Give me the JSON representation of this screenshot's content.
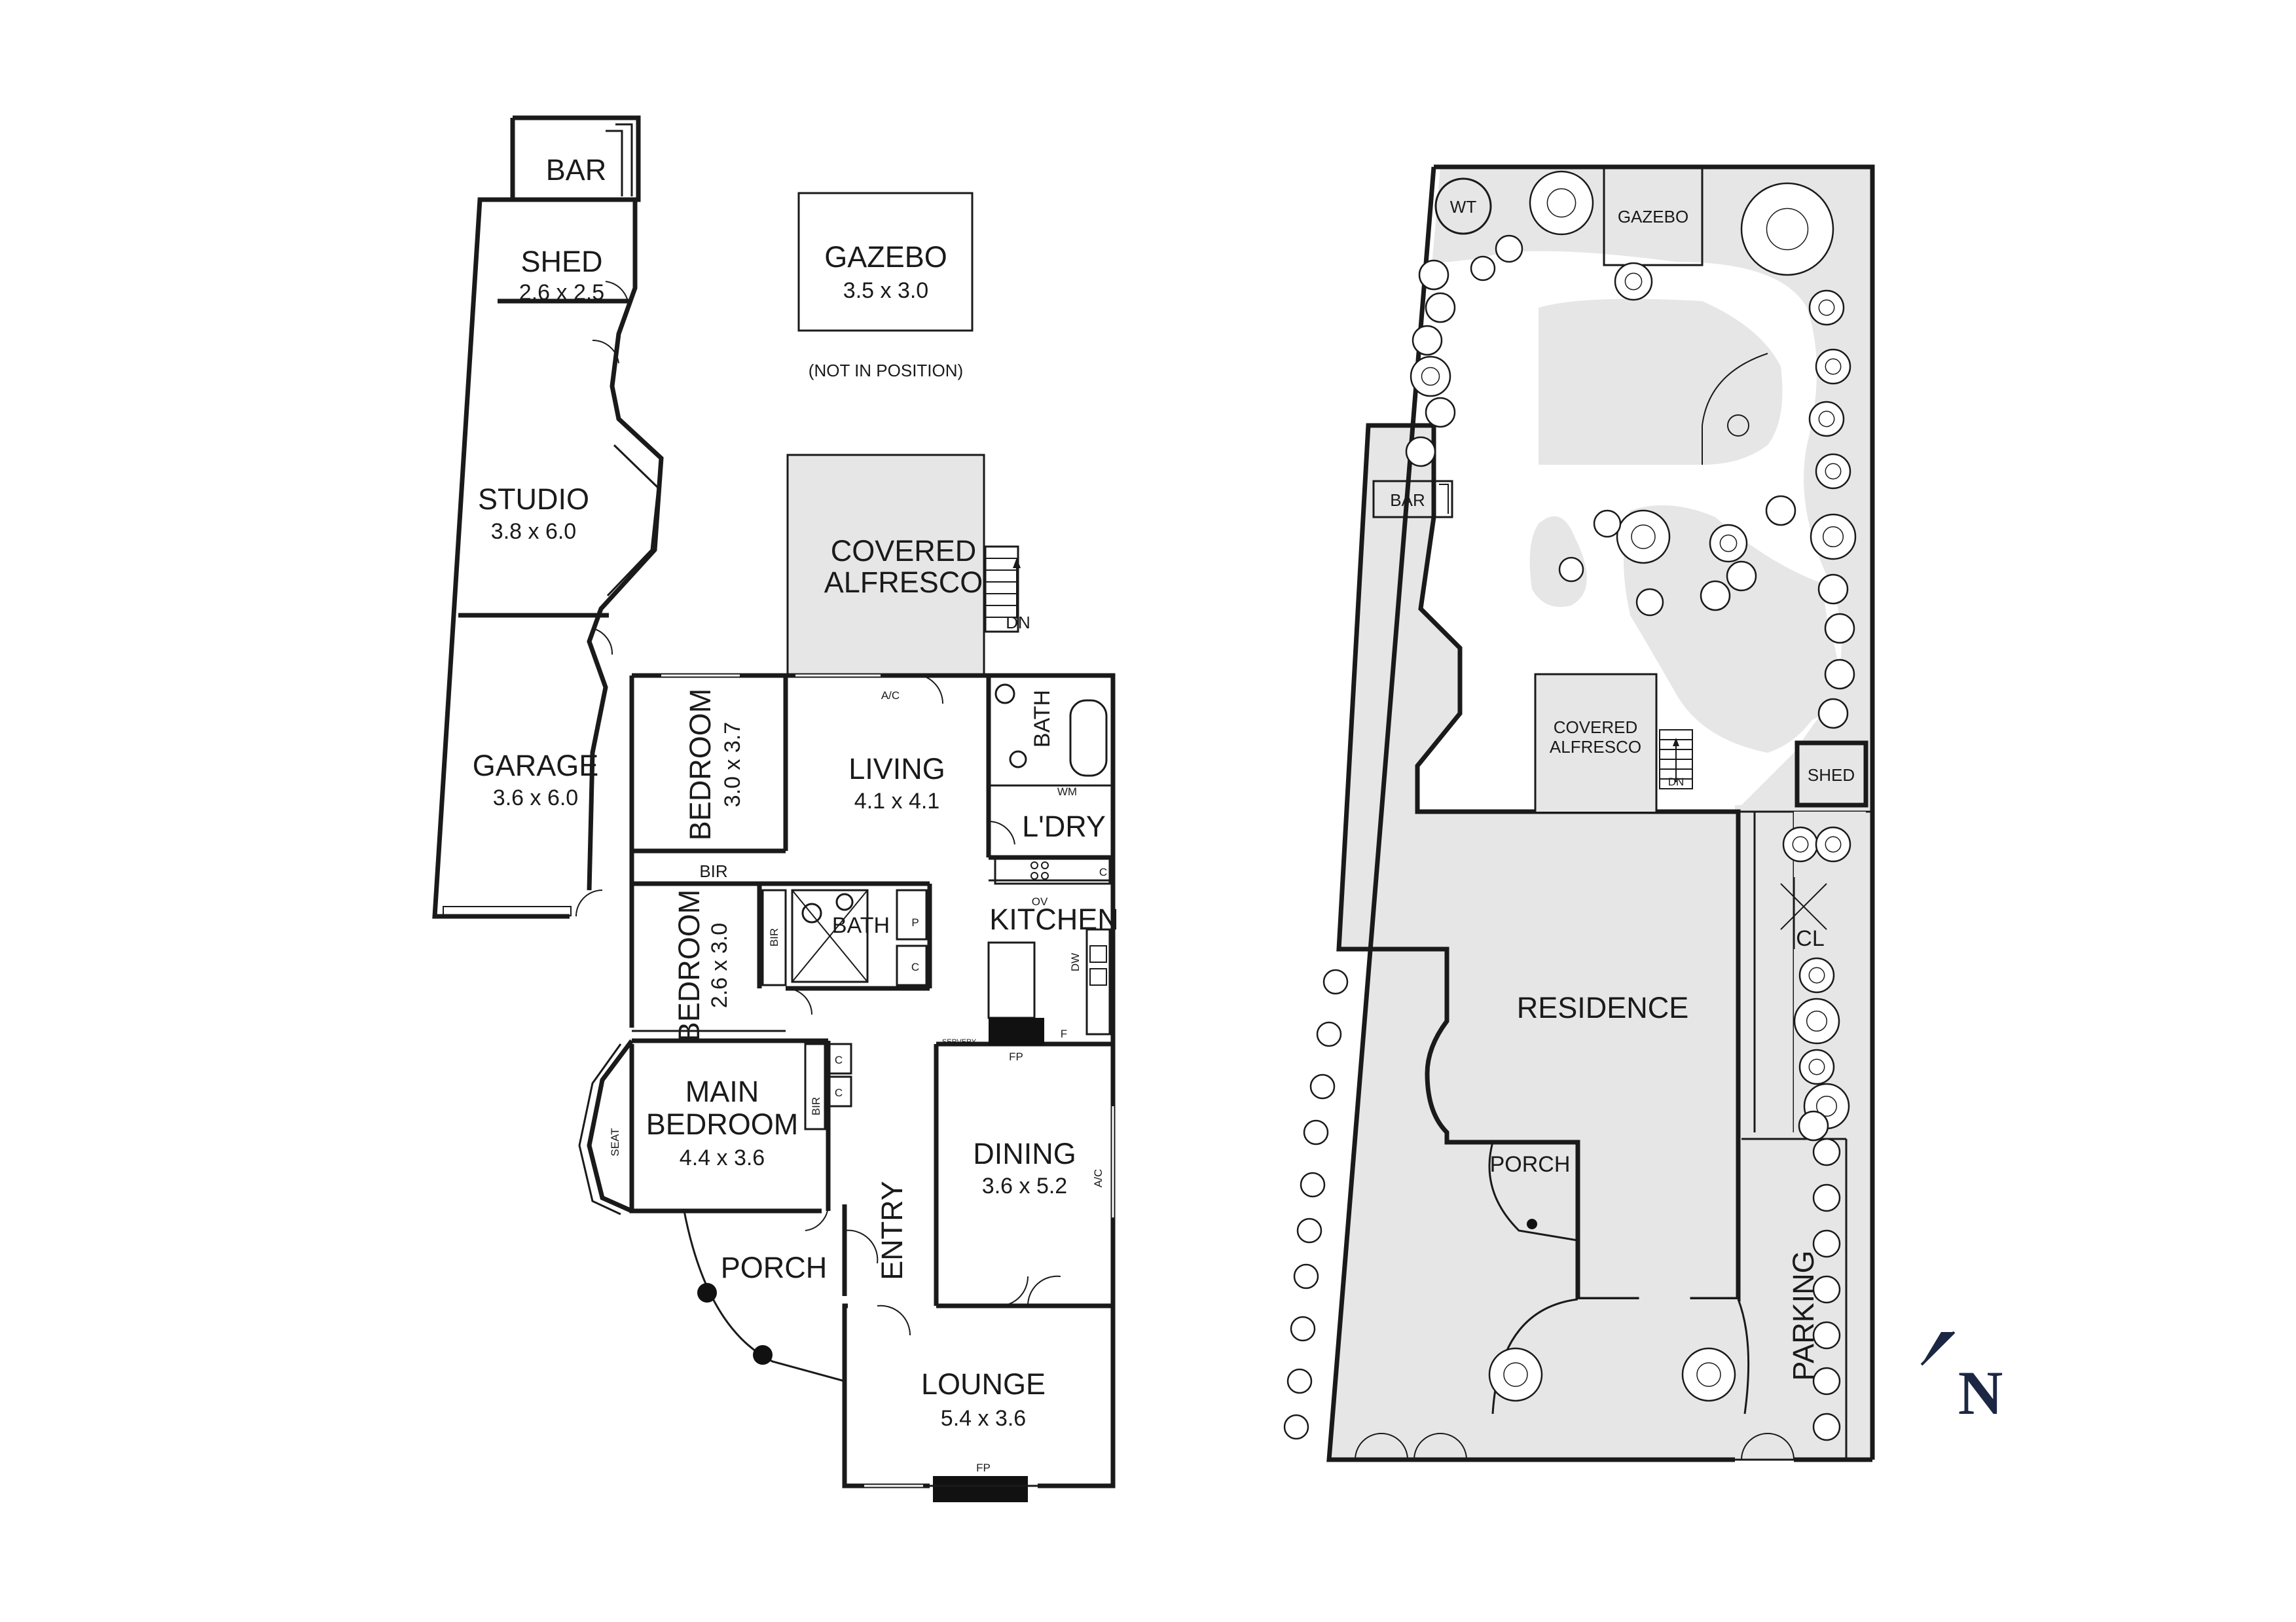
{
  "floor_plan": {
    "bar": "BAR",
    "shed": {
      "name": "SHED",
      "dim": "2.6 x 2.5"
    },
    "studio": {
      "name": "STUDIO",
      "dim": "3.8 x 6.0"
    },
    "garage": {
      "name": "GARAGE",
      "dim": "3.6 x 6.0"
    },
    "gazebo": {
      "name": "GAZEBO",
      "dim": "3.5 x 3.0",
      "note": "(NOT IN POSITION)"
    },
    "alfresco": {
      "line1": "COVERED",
      "line2": "ALFRESCO",
      "stair": "DN"
    },
    "bedroom1": {
      "name": "BEDROOM",
      "dim": "3.0 x 3.7",
      "bir": "BIR"
    },
    "living": {
      "name": "LIVING",
      "dim": "4.1 x 4.1",
      "ac": "A/C"
    },
    "bath1": "BATH",
    "laundry": {
      "name": "L'DRY",
      "wm": "WM",
      "c": "C"
    },
    "kitchen": {
      "name": "KITCHEN",
      "ov": "OV",
      "dw": "DW",
      "f": "F",
      "servery": "SERVERY"
    },
    "bath2": {
      "name": "BATH",
      "p": "P",
      "c": "C"
    },
    "bedroom2": {
      "name": "BEDROOM",
      "dim": "2.6 x 3.0",
      "bir": "BIR"
    },
    "main_bedroom": {
      "line1": "MAIN",
      "line2": "BEDROOM",
      "dim": "4.4 x 3.6",
      "bir": "BIR",
      "c": "C",
      "seat": "SEAT"
    },
    "dining": {
      "name": "DINING",
      "dim": "3.6 x 5.2",
      "fp": "FP",
      "ac": "A/C"
    },
    "entry": "ENTRY",
    "porch": "PORCH",
    "lounge": {
      "name": "LOUNGE",
      "dim": "5.4 x 3.6",
      "fp": "FP"
    }
  },
  "site_plan": {
    "wt": "WT",
    "gazebo": "GAZEBO",
    "bar": "BAR",
    "alfresco": {
      "line1": "COVERED",
      "line2": "ALFRESCO",
      "stair": "DN"
    },
    "shed": "SHED",
    "clothesline": "CL",
    "residence": "RESIDENCE",
    "porch": "PORCH",
    "parking": "PARKING"
  },
  "compass": {
    "label": "N"
  },
  "colors": {
    "line": "#1a1a1a",
    "fill": "#e6e6e6",
    "compass": "#1c2744"
  }
}
